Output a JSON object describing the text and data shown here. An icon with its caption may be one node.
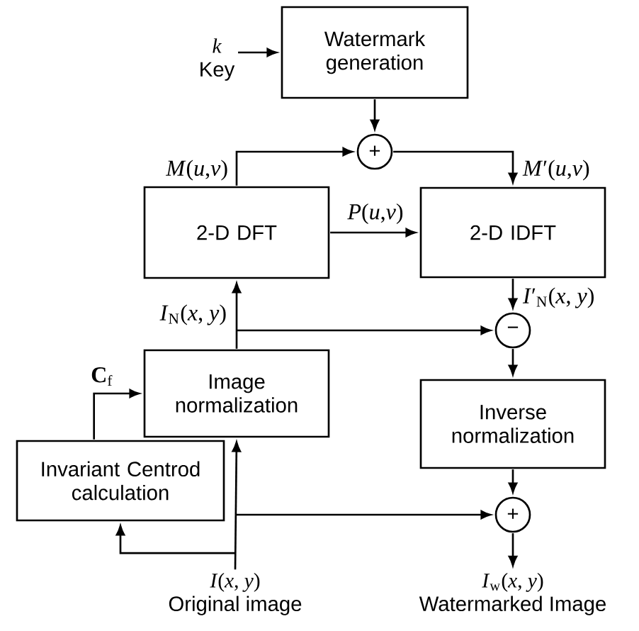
{
  "diagram": {
    "nodes": [
      {
        "text": [
          "Watermark generation"
        ]
      },
      {
        "text": [
          "k",
          "Key"
        ]
      },
      {
        "text": [
          "+"
        ]
      },
      {
        "text": [
          "2-D DFT"
        ]
      },
      {
        "text": [
          "2-D IDFT"
        ]
      },
      {
        "text": [
          "−"
        ]
      },
      {
        "text": [
          "Image normalization"
        ]
      },
      {
        "text": [
          "Inverse normalization"
        ]
      },
      {
        "text": [
          "Invariant Centrod calculation"
        ]
      },
      {
        "text": [
          "+"
        ]
      },
      {
        "text": [
          "*I*(*x*, *y*)",
          "Original image"
        ]
      },
      {
        "text": [
          "*I*$_{w}$(*x*, *y*)",
          "Watermarked Image"
        ]
      }
    ],
    "edges": [
      {
        "from": 1,
        "to": 0,
        "arrow": "to"
      },
      {
        "from": 0,
        "to": 2,
        "arrow": "to"
      },
      {
        "from": 3,
        "to": 2,
        "arrow": "to",
        "label": "*M*(*u*,*v*)"
      },
      {
        "from": 2,
        "to": 4,
        "arrow": "to",
        "label": "*M*′(*u*,*v*)"
      },
      {
        "from": 3,
        "to": 4,
        "arrow": "to",
        "label": "*P*(*u*,*v*)"
      },
      {
        "from": 6,
        "to": 3,
        "arrow": "to",
        "label": "*I*$_{N}$(*x*, *y*)"
      },
      {
        "from": 6,
        "to": 5,
        "arrow": "to"
      },
      {
        "from": 4,
        "to": 5,
        "arrow": "to",
        "label": "*I*′$_{N}$(*x*, *y*)"
      },
      {
        "from": 5,
        "to": 7,
        "arrow": "to"
      },
      {
        "from": 7,
        "to": 9,
        "arrow": "to"
      },
      {
        "from": 8,
        "to": 6,
        "arrow": "to",
        "label": "**C**$_{f}$"
      },
      {
        "from": 10,
        "to": 6,
        "arrow": "to"
      },
      {
        "from": 10,
        "to": 8,
        "arrow": "to"
      },
      {
        "from": 10,
        "to": 9,
        "arrow": "to"
      },
      {
        "from": 9,
        "to": 11,
        "arrow": "to"
      }
    ]
  }
}
